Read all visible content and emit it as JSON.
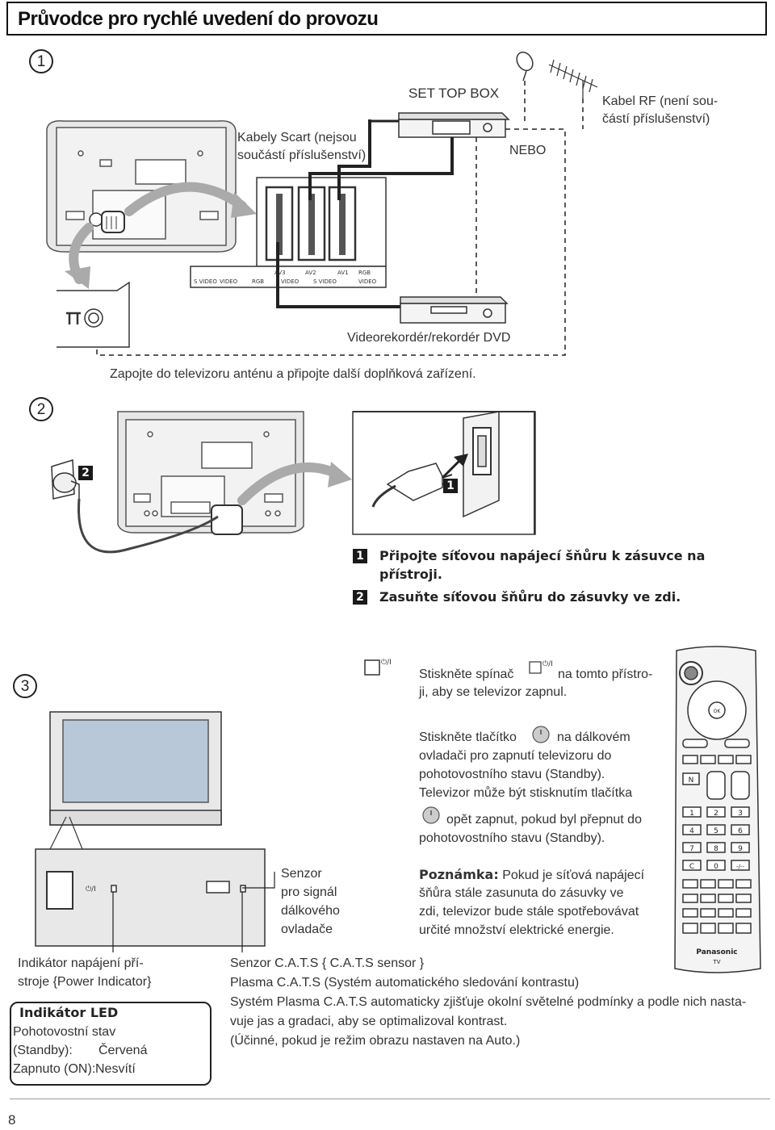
{
  "header": {
    "title": "Průvodce pro rychlé uvedení do provozu"
  },
  "steps": {
    "one": "1",
    "two": "2",
    "three": "3"
  },
  "step1": {
    "set_top_box": "SET TOP BOX",
    "scart_cables": [
      "Kabely Scart (nejsou",
      "součástí příslušenství)"
    ],
    "rf_cable": [
      "Kabel RF (není sou-",
      "částí příslušenství)"
    ],
    "or": "NEBO",
    "recorder": "Videorekordér/rekordér DVD",
    "instruction": "Zapojte do televizoru anténu a připojte další doplňková zařízení.",
    "scart_labels": [
      "AV3",
      "AV2",
      "AV1"
    ],
    "jack_labels": [
      "S VIDEO",
      "VIDEO",
      "RGB",
      "VIDEO",
      "S VIDEO",
      "RGB",
      "VIDEO"
    ]
  },
  "step2": {
    "badge1": "1",
    "badge2": "2",
    "line1a": "Připojte síťovou napájecí šňůru k zásuvce na",
    "line1b": "přístroji.",
    "line2": "Zasuňte síťovou šňůru do zásuvky ve zdi."
  },
  "step3": {
    "switch_symbol": "⏻/I",
    "press_switch": [
      "Stiskněte spínač",
      "na tomto přístro-",
      "ji, aby se televizor zapnul."
    ],
    "press_button": [
      "Stiskněte tlačítko",
      "na dálkovém",
      "ovladači pro zapnutí televizoru do",
      "pohotovostního stavu (Standby).",
      "Televizor může být stisknutím tlačítka",
      "opět zapnut, pokud byl přepnut do",
      "pohotovostního stavu (Standby)."
    ],
    "note_label": "Poznámka:",
    "note": [
      "Pokud je síťová napájecí",
      "šňůra stále zasunuta do zásuvky ve",
      "zdi, televizor bude stále spotřebovávat",
      "určité množství elektrické energie."
    ],
    "sensor": [
      "Senzor",
      "pro signál",
      "dálkového",
      "ovladače"
    ],
    "power_indicator": [
      "Indikátor napájení pří-",
      "stroje {Power Indicator}"
    ],
    "led_title": "Indikátor LED",
    "led_rows": [
      "Pohotovostní stav",
      "(Standby):",
      "Červená",
      "Zapnuto (ON):",
      "Nesvítí"
    ],
    "cats": [
      "Senzor C.A.T.S { C.A.T.S sensor }",
      "Plasma C.A.T.S (Systém automatického sledování kontrastu)",
      "Systém Plasma C.A.T.S automaticky zjišťuje okolní světelné podmínky a podle nich nasta-",
      "vuje jas a gradaci, aby se optimalizoval kontrast.",
      "(Účinné, pokud je režim obrazu nastaven na Auto.)"
    ],
    "remote_brand": "Panasonic",
    "remote_tv": "TV",
    "remote_keys": [
      "1",
      "2",
      "3",
      "4",
      "5",
      "6",
      "7",
      "8",
      "9",
      "C",
      "0",
      "-/--",
      "N",
      "OK"
    ]
  },
  "footer": {
    "page": "8"
  }
}
